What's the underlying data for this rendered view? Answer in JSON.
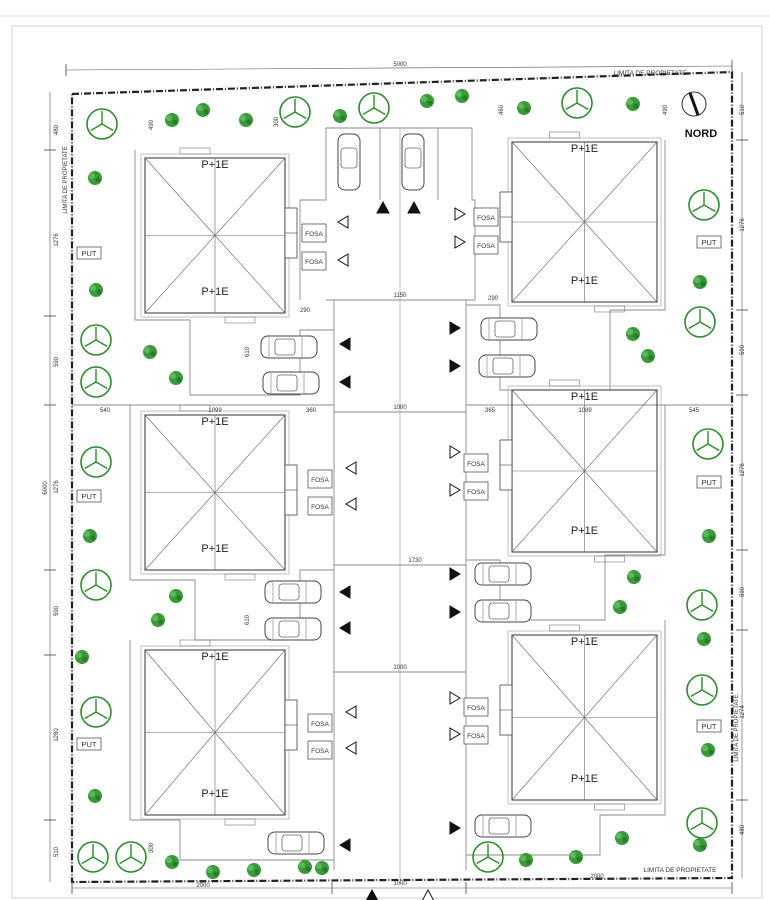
{
  "plan": {
    "property_limit_label": "LIMITA DE PROPIETATE",
    "north_label": "NORD",
    "colors": {
      "tree": "#2e8b2e",
      "shrub": "#3a9a3a",
      "line": "#444444",
      "property": "#222222"
    },
    "houses": [
      {
        "top": "P+1E",
        "bottom": "P+1E"
      },
      {
        "top": "P+1E",
        "bottom": "P+1E"
      },
      {
        "top": "P+1E",
        "bottom": "P+1E"
      },
      {
        "top": "P+1E",
        "bottom": "P+1E"
      },
      {
        "top": "P+1E",
        "bottom": "P+1E"
      },
      {
        "top": "P+1E",
        "bottom": "P+1E"
      }
    ],
    "fosa_label": "FOSA",
    "put_label": "PUT",
    "dimensions": {
      "top_total": "5000",
      "left_total": "6000",
      "bottom_left": "2000",
      "bottom_center": "1000",
      "bottom_right": "2000",
      "road_widths": [
        "1150",
        "1000",
        "1730",
        "1000"
      ],
      "house_widths": [
        "1099",
        "1089"
      ],
      "gaps": [
        "540",
        "360",
        "365",
        "545",
        "290",
        "290"
      ],
      "setbacks": [
        "490",
        "300",
        "460",
        "490",
        "610",
        "610",
        "300"
      ],
      "left_side": [
        "480",
        "1276",
        "590",
        "1276",
        "590",
        "1280",
        "510"
      ],
      "right_side": [
        "510",
        "1276",
        "590",
        "1276",
        "590",
        "1274",
        "480"
      ]
    }
  }
}
